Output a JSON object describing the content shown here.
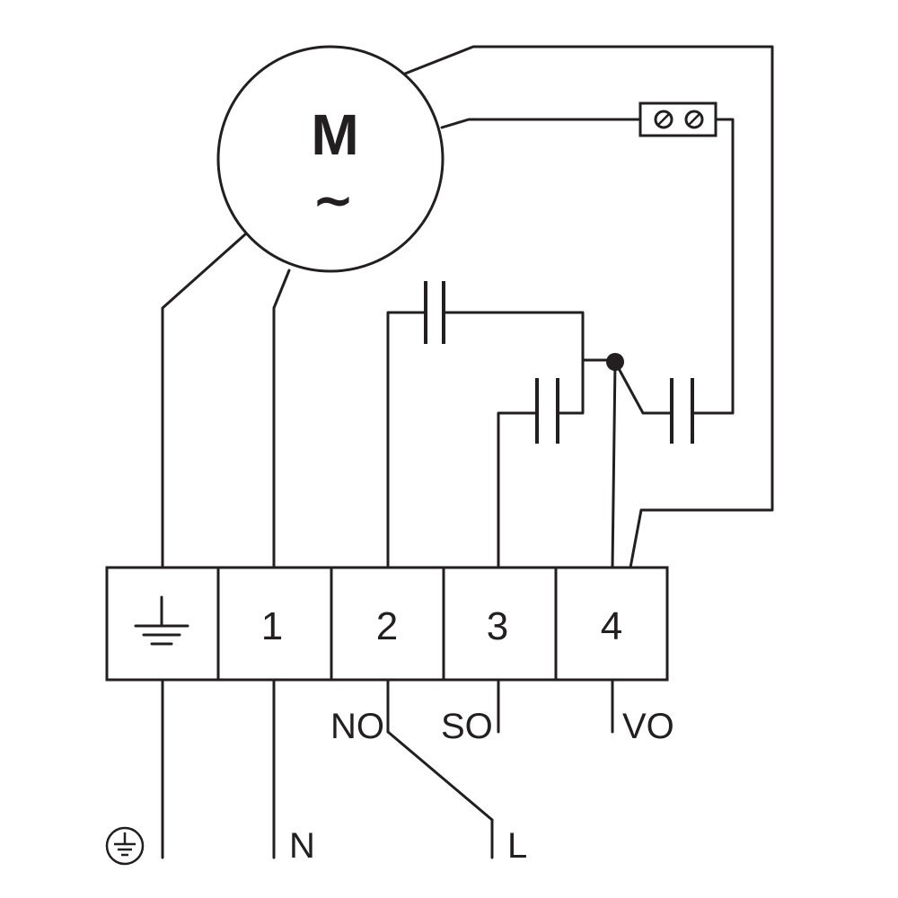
{
  "motor": {
    "symbol": "M",
    "ac": "~"
  },
  "terminals": [
    {
      "id": "earth",
      "label": ""
    },
    {
      "id": "t1",
      "label": "1"
    },
    {
      "id": "t2",
      "label": "2"
    },
    {
      "id": "t3",
      "label": "3"
    },
    {
      "id": "t4",
      "label": "4"
    }
  ],
  "contact_labels": {
    "no": "NO",
    "so": "SO",
    "vo": "VO"
  },
  "supply_labels": {
    "neutral": "N",
    "line": "L"
  },
  "icons": [
    "motor-symbol",
    "earth-symbol",
    "protective-earth-icon",
    "capacitor-icon",
    "switch-contact-icon",
    "connector-terminal-icon"
  ],
  "colors": {
    "line": "#231f20",
    "background": "#ffffff"
  }
}
